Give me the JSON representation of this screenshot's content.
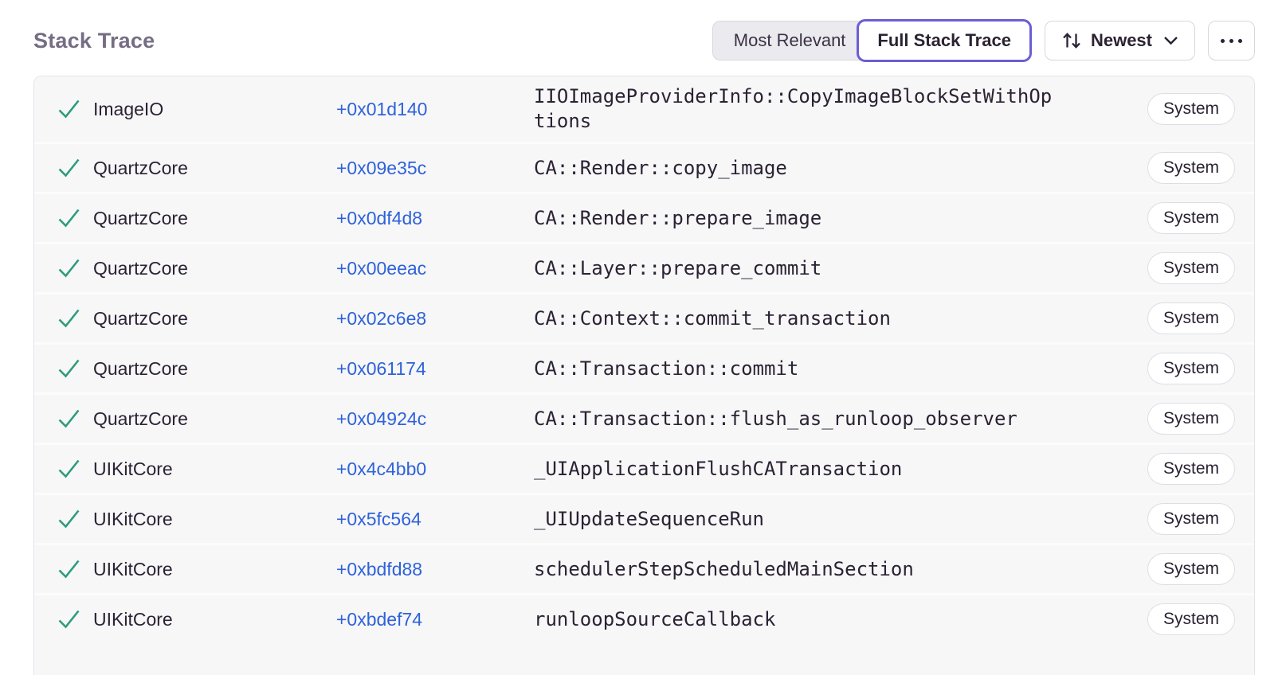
{
  "header": {
    "title": "Stack Trace",
    "view_toggle": {
      "options": [
        {
          "label": "Most Relevant",
          "selected": false
        },
        {
          "label": "Full Stack Trace",
          "selected": true
        }
      ]
    },
    "sort": {
      "label": "Newest",
      "icon": "sort-arrows-icon",
      "chevron": "chevron-down-icon"
    },
    "more": {
      "icon": "more-options-icon"
    }
  },
  "colors": {
    "accent_purple": "#6a5ed6",
    "link_blue": "#2e62d9",
    "check_green": "#2e9c7c",
    "title_gray": "#766d84",
    "row_background": "#f7f7f8",
    "text_dark": "#2b2233"
  },
  "badge_label": "System",
  "stack_frames": [
    {
      "module": "ImageIO",
      "offset": "+0x01d140",
      "function": "IIOImageProviderInfo::CopyImageBlockSetWithOptions",
      "badge": "System",
      "status_icon": "check-icon"
    },
    {
      "module": "QuartzCore",
      "offset": "+0x09e35c",
      "function": "CA::Render::copy_image",
      "badge": "System",
      "status_icon": "check-icon"
    },
    {
      "module": "QuartzCore",
      "offset": "+0x0df4d8",
      "function": "CA::Render::prepare_image",
      "badge": "System",
      "status_icon": "check-icon"
    },
    {
      "module": "QuartzCore",
      "offset": "+0x00eeac",
      "function": "CA::Layer::prepare_commit",
      "badge": "System",
      "status_icon": "check-icon"
    },
    {
      "module": "QuartzCore",
      "offset": "+0x02c6e8",
      "function": "CA::Context::commit_transaction",
      "badge": "System",
      "status_icon": "check-icon"
    },
    {
      "module": "QuartzCore",
      "offset": "+0x061174",
      "function": "CA::Transaction::commit",
      "badge": "System",
      "status_icon": "check-icon"
    },
    {
      "module": "QuartzCore",
      "offset": "+0x04924c",
      "function": "CA::Transaction::flush_as_runloop_observer",
      "badge": "System",
      "status_icon": "check-icon"
    },
    {
      "module": "UIKitCore",
      "offset": "+0x4c4bb0",
      "function": "_UIApplicationFlushCATransaction",
      "badge": "System",
      "status_icon": "check-icon"
    },
    {
      "module": "UIKitCore",
      "offset": "+0x5fc564",
      "function": "_UIUpdateSequenceRun",
      "badge": "System",
      "status_icon": "check-icon"
    },
    {
      "module": "UIKitCore",
      "offset": "+0xbdfd88",
      "function": "schedulerStepScheduledMainSection",
      "badge": "System",
      "status_icon": "check-icon"
    },
    {
      "module": "UIKitCore",
      "offset": "+0xbdef74",
      "function": "runloopSourceCallback",
      "badge": "System",
      "status_icon": "check-icon"
    }
  ]
}
